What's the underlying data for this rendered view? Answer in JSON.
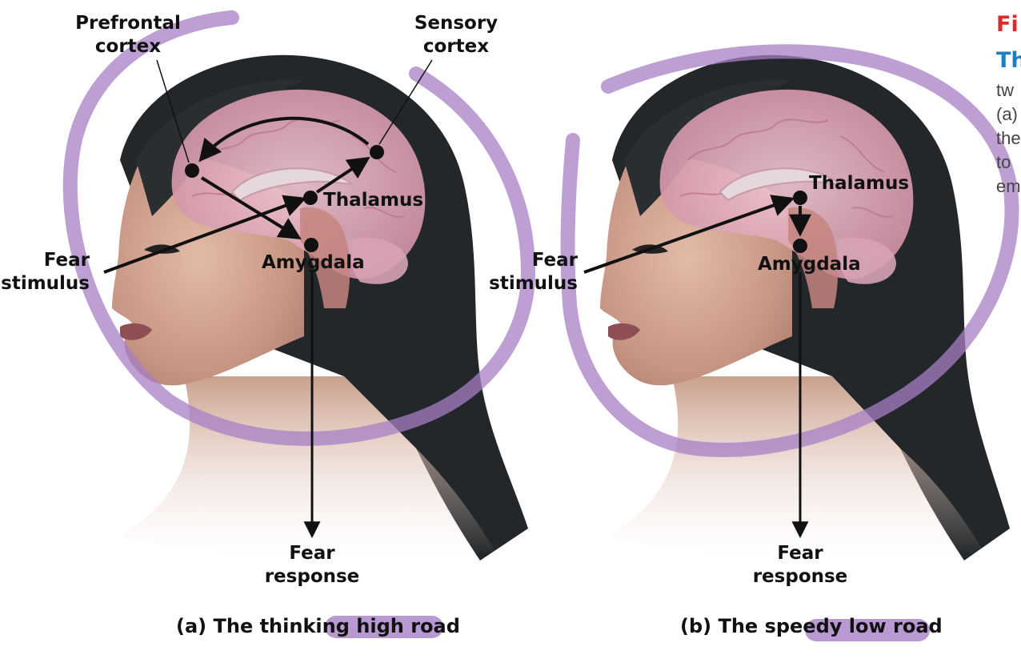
{
  "panel_a": {
    "caption_pre": "(a) The thinking ",
    "caption_hl": "high road",
    "prefrontal_line1": "Prefrontal",
    "prefrontal_line2": "cortex",
    "sensory_line1": "Sensory",
    "sensory_line2": "cortex",
    "thalamus": "Thalamus",
    "amygdala": "Amygdala",
    "stimulus_line1": "Fear",
    "stimulus_line2": "stimulus",
    "response_line1": "Fear",
    "response_line2": "response"
  },
  "panel_b": {
    "caption_pre": "(b) The speedy ",
    "caption_hl": "low road",
    "thalamus": "Thalamus",
    "amygdala": "Amygdala",
    "stimulus_line1": "Fear",
    "stimulus_line2": "stimulus",
    "response_line1": "Fear",
    "response_line2": "response"
  },
  "sidebar": {
    "heading_red": "Fi",
    "heading_blue": "Th",
    "lines": [
      "tw",
      "(a)",
      "the",
      "to",
      "em"
    ]
  },
  "colors": {
    "annotation_purple": "#a77fc6",
    "arrow": "#111111",
    "brain_pink": "#dba3b4",
    "hair": "#24272a",
    "skin": "#c99a86",
    "figure_red": "#d92b2b",
    "figure_blue": "#1a7fc4"
  }
}
